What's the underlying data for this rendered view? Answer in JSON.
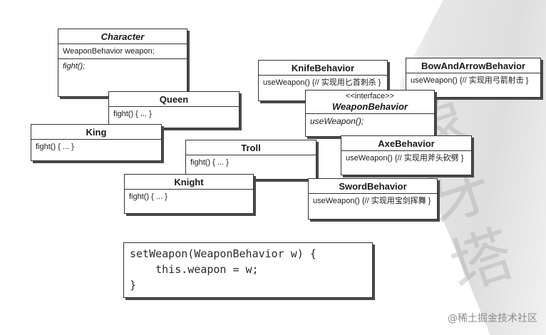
{
  "watermark_glyphs": "象\n牙\n塔",
  "classes": {
    "character": {
      "name": "Character",
      "field": "WeaponBehavior weapon;",
      "method": "fight();"
    },
    "queen": {
      "name": "Queen",
      "method": "fight() { ... }"
    },
    "king": {
      "name": "King",
      "method": "fight() { ... }"
    },
    "troll": {
      "name": "Troll",
      "method": "fight() { ... }"
    },
    "knight": {
      "name": "Knight",
      "method": "fight() { ... }"
    },
    "knife_behavior": {
      "name": "KnifeBehavior",
      "method": "useWeapon() {// 实现用匕首刺杀 }"
    },
    "bow_behavior": {
      "name": "BowAndArrowBehavior",
      "method": "useWeapon() {// 实现用弓箭射击 }"
    },
    "weapon_behavior": {
      "stereotype": "<<interface>>",
      "name": "WeaponBehavior",
      "method": "useWeapon();"
    },
    "axe_behavior": {
      "name": "AxeBehavior",
      "method": "useWeapon() {// 实现用斧头砍劈 }"
    },
    "sword_behavior": {
      "name": "SwordBehavior",
      "method": "useWeapon() {// 实现用宝剑挥舞 }"
    }
  },
  "code": {
    "line1": "setWeapon(WeaponBehavior w) {",
    "line2": "    this.weapon = w;",
    "line3": "}"
  },
  "credit": "@稀土掘金技术社区"
}
